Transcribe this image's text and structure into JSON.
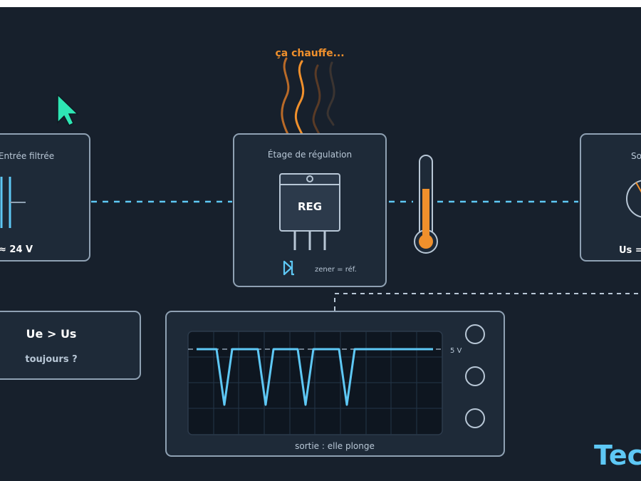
{
  "heat_label": "ça chauffe...",
  "input_block": {
    "title": "Entrée filtrée",
    "value": "≈ 24 V"
  },
  "regulator_block": {
    "title": "Étage de régulation",
    "chip_label": "REG",
    "zener_note": "zener = réf."
  },
  "output_block": {
    "title": "So",
    "value": "Us ="
  },
  "question": {
    "main": "Ue > Us",
    "sub": "toujours ?"
  },
  "scope": {
    "level_label": "5 V",
    "caption": "sortie : elle plonge"
  },
  "brand": "Tec",
  "colors": {
    "background": "#17202c",
    "panel": "#1e2a38",
    "border": "#8fa1b3",
    "accent_blue": "#5ec8f5",
    "heat": "#f0902c",
    "cursor": "#2ee6b4"
  },
  "icons": [
    "cursor-arrow-icon",
    "capacitor-icon",
    "regulator-chip-icon",
    "zener-diode-icon",
    "thermometer-icon",
    "voltmeter-icon",
    "heat-wave-icon"
  ]
}
